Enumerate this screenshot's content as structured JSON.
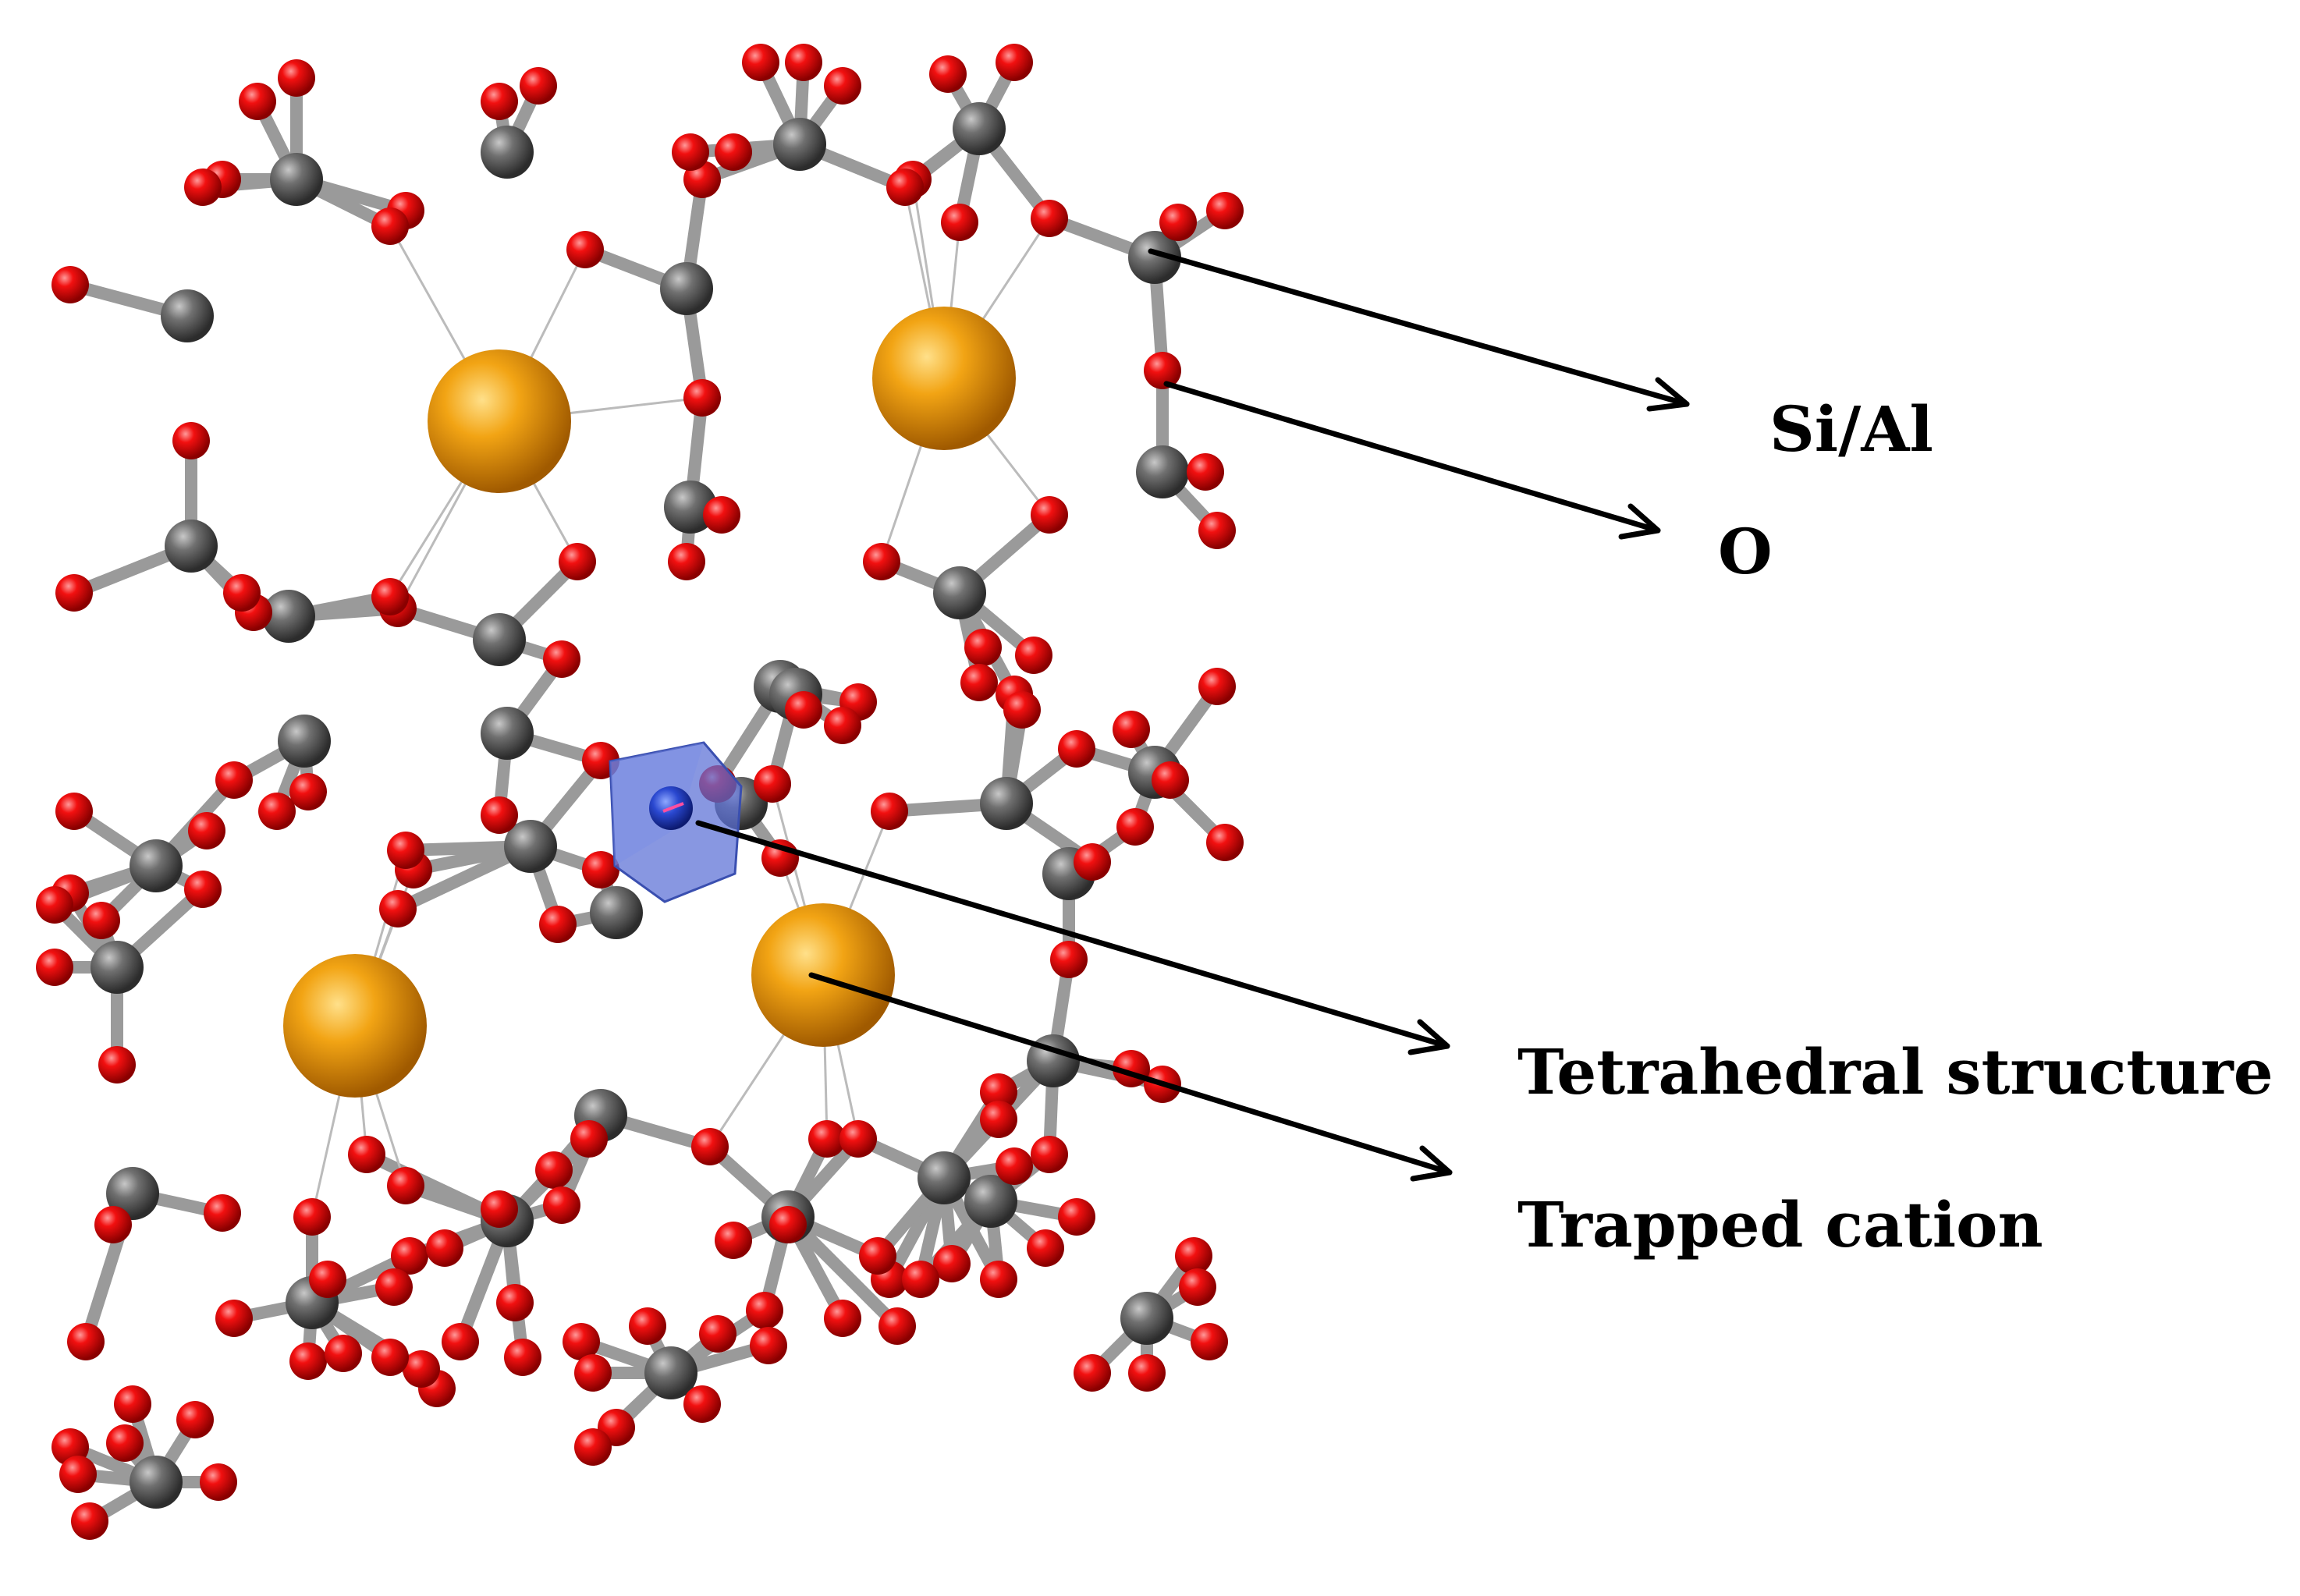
{
  "labels": {
    "si_al": "Si/Al",
    "oxygen": "O",
    "tetrahedral": "Tetrahedral structure",
    "cation": "Trapped cation"
  },
  "colors": {
    "oxygen": "#e80000",
    "silicon": "#6f6f6f",
    "cation": "#f0a010",
    "tetra_center": "#2040c8",
    "tetra_box": "#5a6fd6",
    "bond": "#9a9a9a",
    "coord": "#bbbbbb",
    "arrow": "#000000"
  }
}
